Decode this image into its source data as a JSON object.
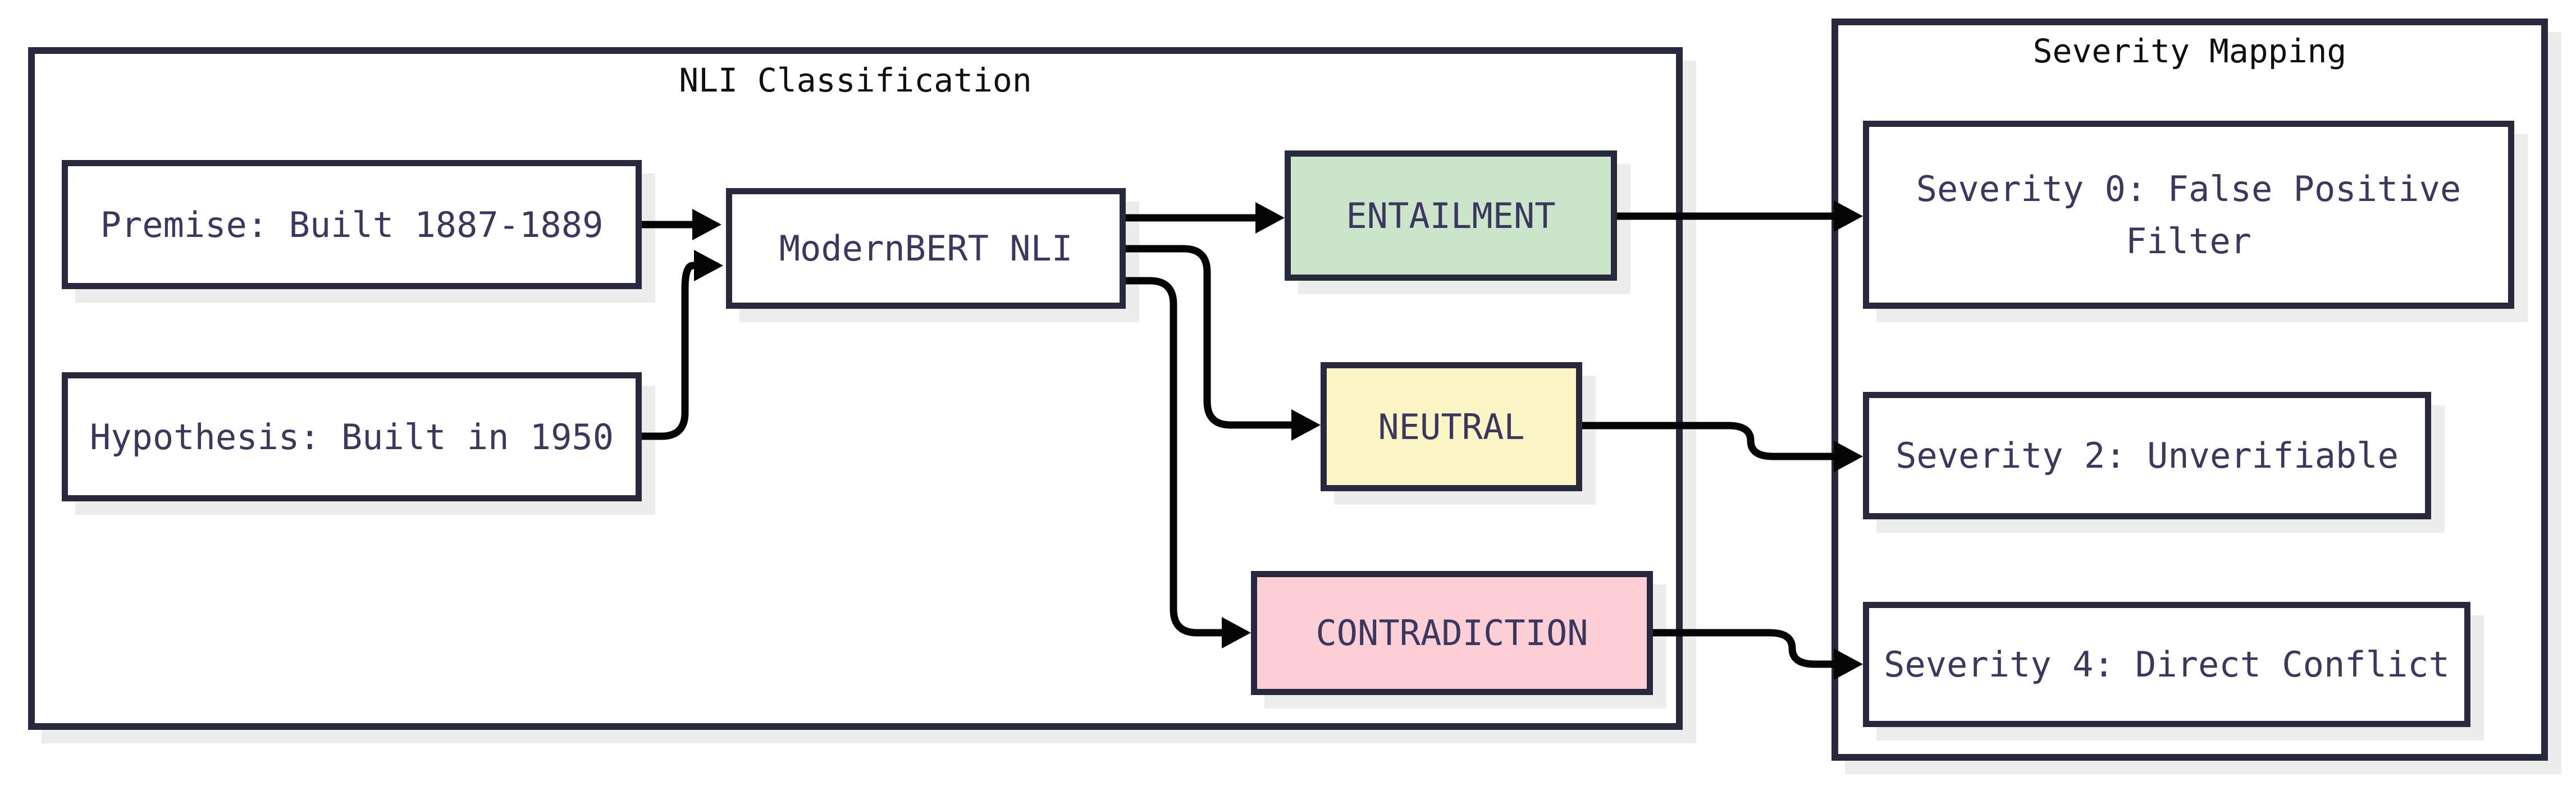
{
  "groups": {
    "nli": {
      "title": "NLI Classification"
    },
    "severity": {
      "title": "Severity Mapping"
    }
  },
  "nodes": {
    "premise": {
      "label": "Premise: Built 1887-1889",
      "fill": "#ffffff"
    },
    "hypothesis": {
      "label": "Hypothesis: Built in 1950",
      "fill": "#ffffff"
    },
    "model": {
      "label": "ModernBERT NLI",
      "fill": "#ffffff"
    },
    "entailment": {
      "label": "ENTAILMENT",
      "fill": "#cbe5cb"
    },
    "neutral": {
      "label": "NEUTRAL",
      "fill": "#fbf5c6"
    },
    "contradiction": {
      "label": "CONTRADICTION",
      "fill": "#fccfd6"
    },
    "severity0": {
      "label": "Severity 0: False Positive Filter",
      "fill": "#ffffff"
    },
    "severity2": {
      "label": "Severity 2: Unverifiable",
      "fill": "#ffffff"
    },
    "severity4": {
      "label": "Severity 4: Direct Conflict",
      "fill": "#ffffff"
    }
  },
  "colors": {
    "ink": "#29293e",
    "label": "#3b3860",
    "title": "#0f0f0f",
    "arrow": "#050505",
    "shadow": "#ececec",
    "background": "#ffffff"
  }
}
